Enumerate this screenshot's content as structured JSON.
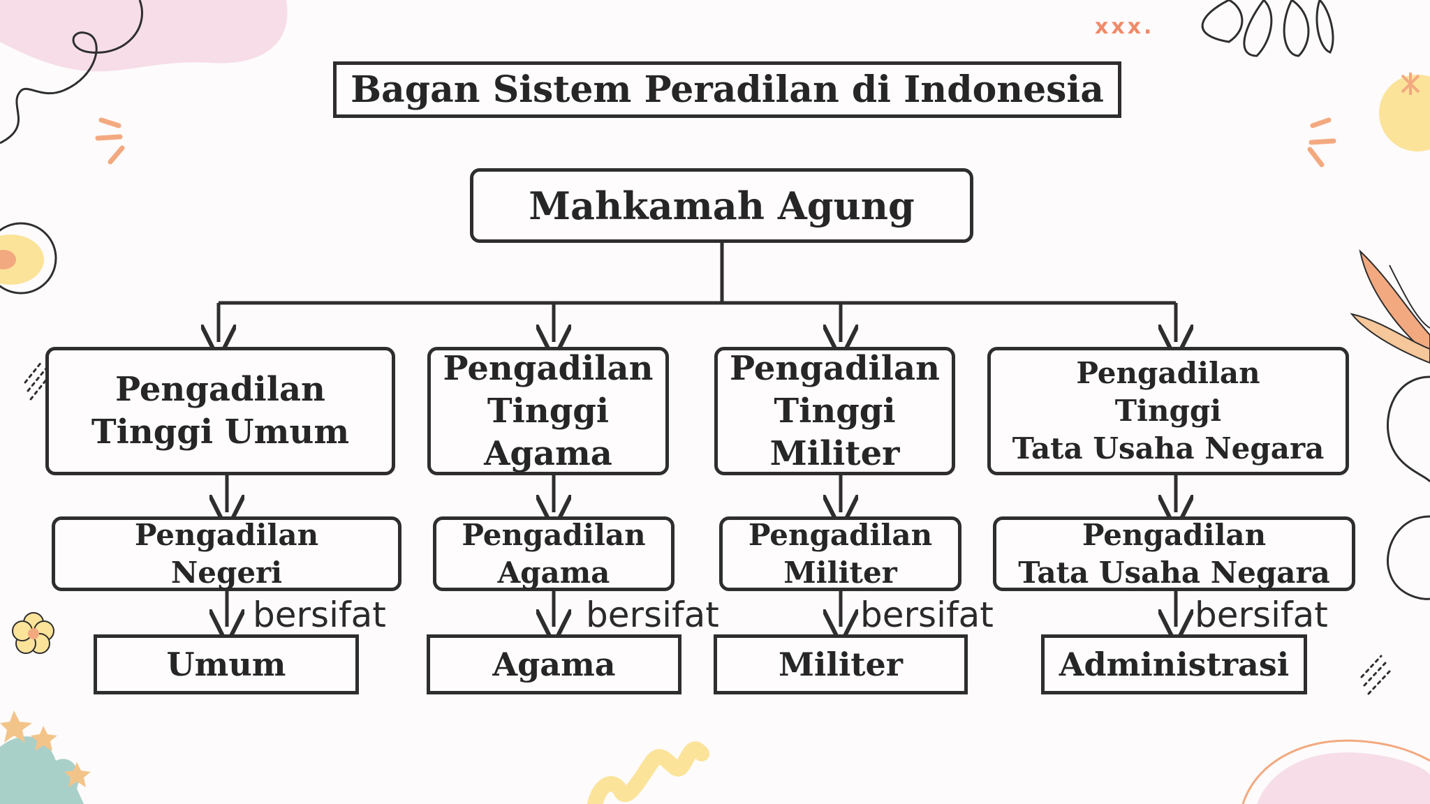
{
  "title": "Bagan Sistem Peradilan di Indonesia",
  "root": "Mahkamah Agung",
  "decor_text": "xxx.",
  "branches": [
    {
      "high_court": "Pengadilan\nTinggi Umum",
      "first_court": "Pengadilan\nNegeri",
      "connector": "bersifat",
      "nature": "Umum"
    },
    {
      "high_court": "Pengadilan\nTinggi\nAgama",
      "first_court": "Pengadilan\nAgama",
      "connector": "bersifat",
      "nature": "Agama"
    },
    {
      "high_court": "Pengadilan\nTinggi\nMiliter",
      "first_court": "Pengadilan\nMiliter",
      "connector": "bersifat",
      "nature": "Militer"
    },
    {
      "high_court": "Pengadilan\nTinggi\nTata Usaha Negara",
      "first_court": "Pengadilan\nTata Usaha Negara",
      "connector": "bersifat",
      "nature": "Administrasi"
    }
  ],
  "colors": {
    "line": "#2e2e2e",
    "pink": "#f6dde8",
    "yellow": "#fbe39a",
    "orange": "#f3a980",
    "teal": "#a9cfc9"
  }
}
